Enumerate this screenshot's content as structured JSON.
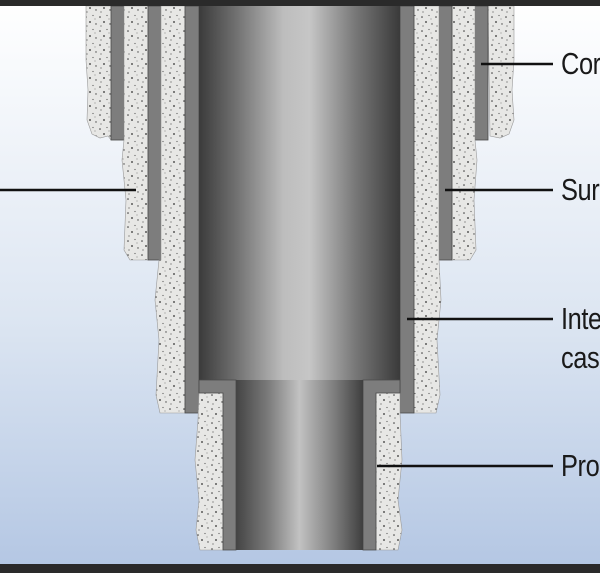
{
  "diagram": {
    "labels": {
      "conductor": "Cor",
      "surface": "Sur",
      "intermediate_line1": "Inte",
      "intermediate_line2": "cas",
      "production": "Pro"
    },
    "colors": {
      "background_top": "#ffffff",
      "background_bottom": "#b3c6e3",
      "frame": "#2a2a2a",
      "cement": "#e6e6e4",
      "cement_speckle": "#3a3a3a",
      "casing_wall": "#7d7d7d",
      "pipe_dark": "#3d3d3d",
      "pipe_light": "#c4c4c4",
      "leader": "#111111"
    }
  }
}
